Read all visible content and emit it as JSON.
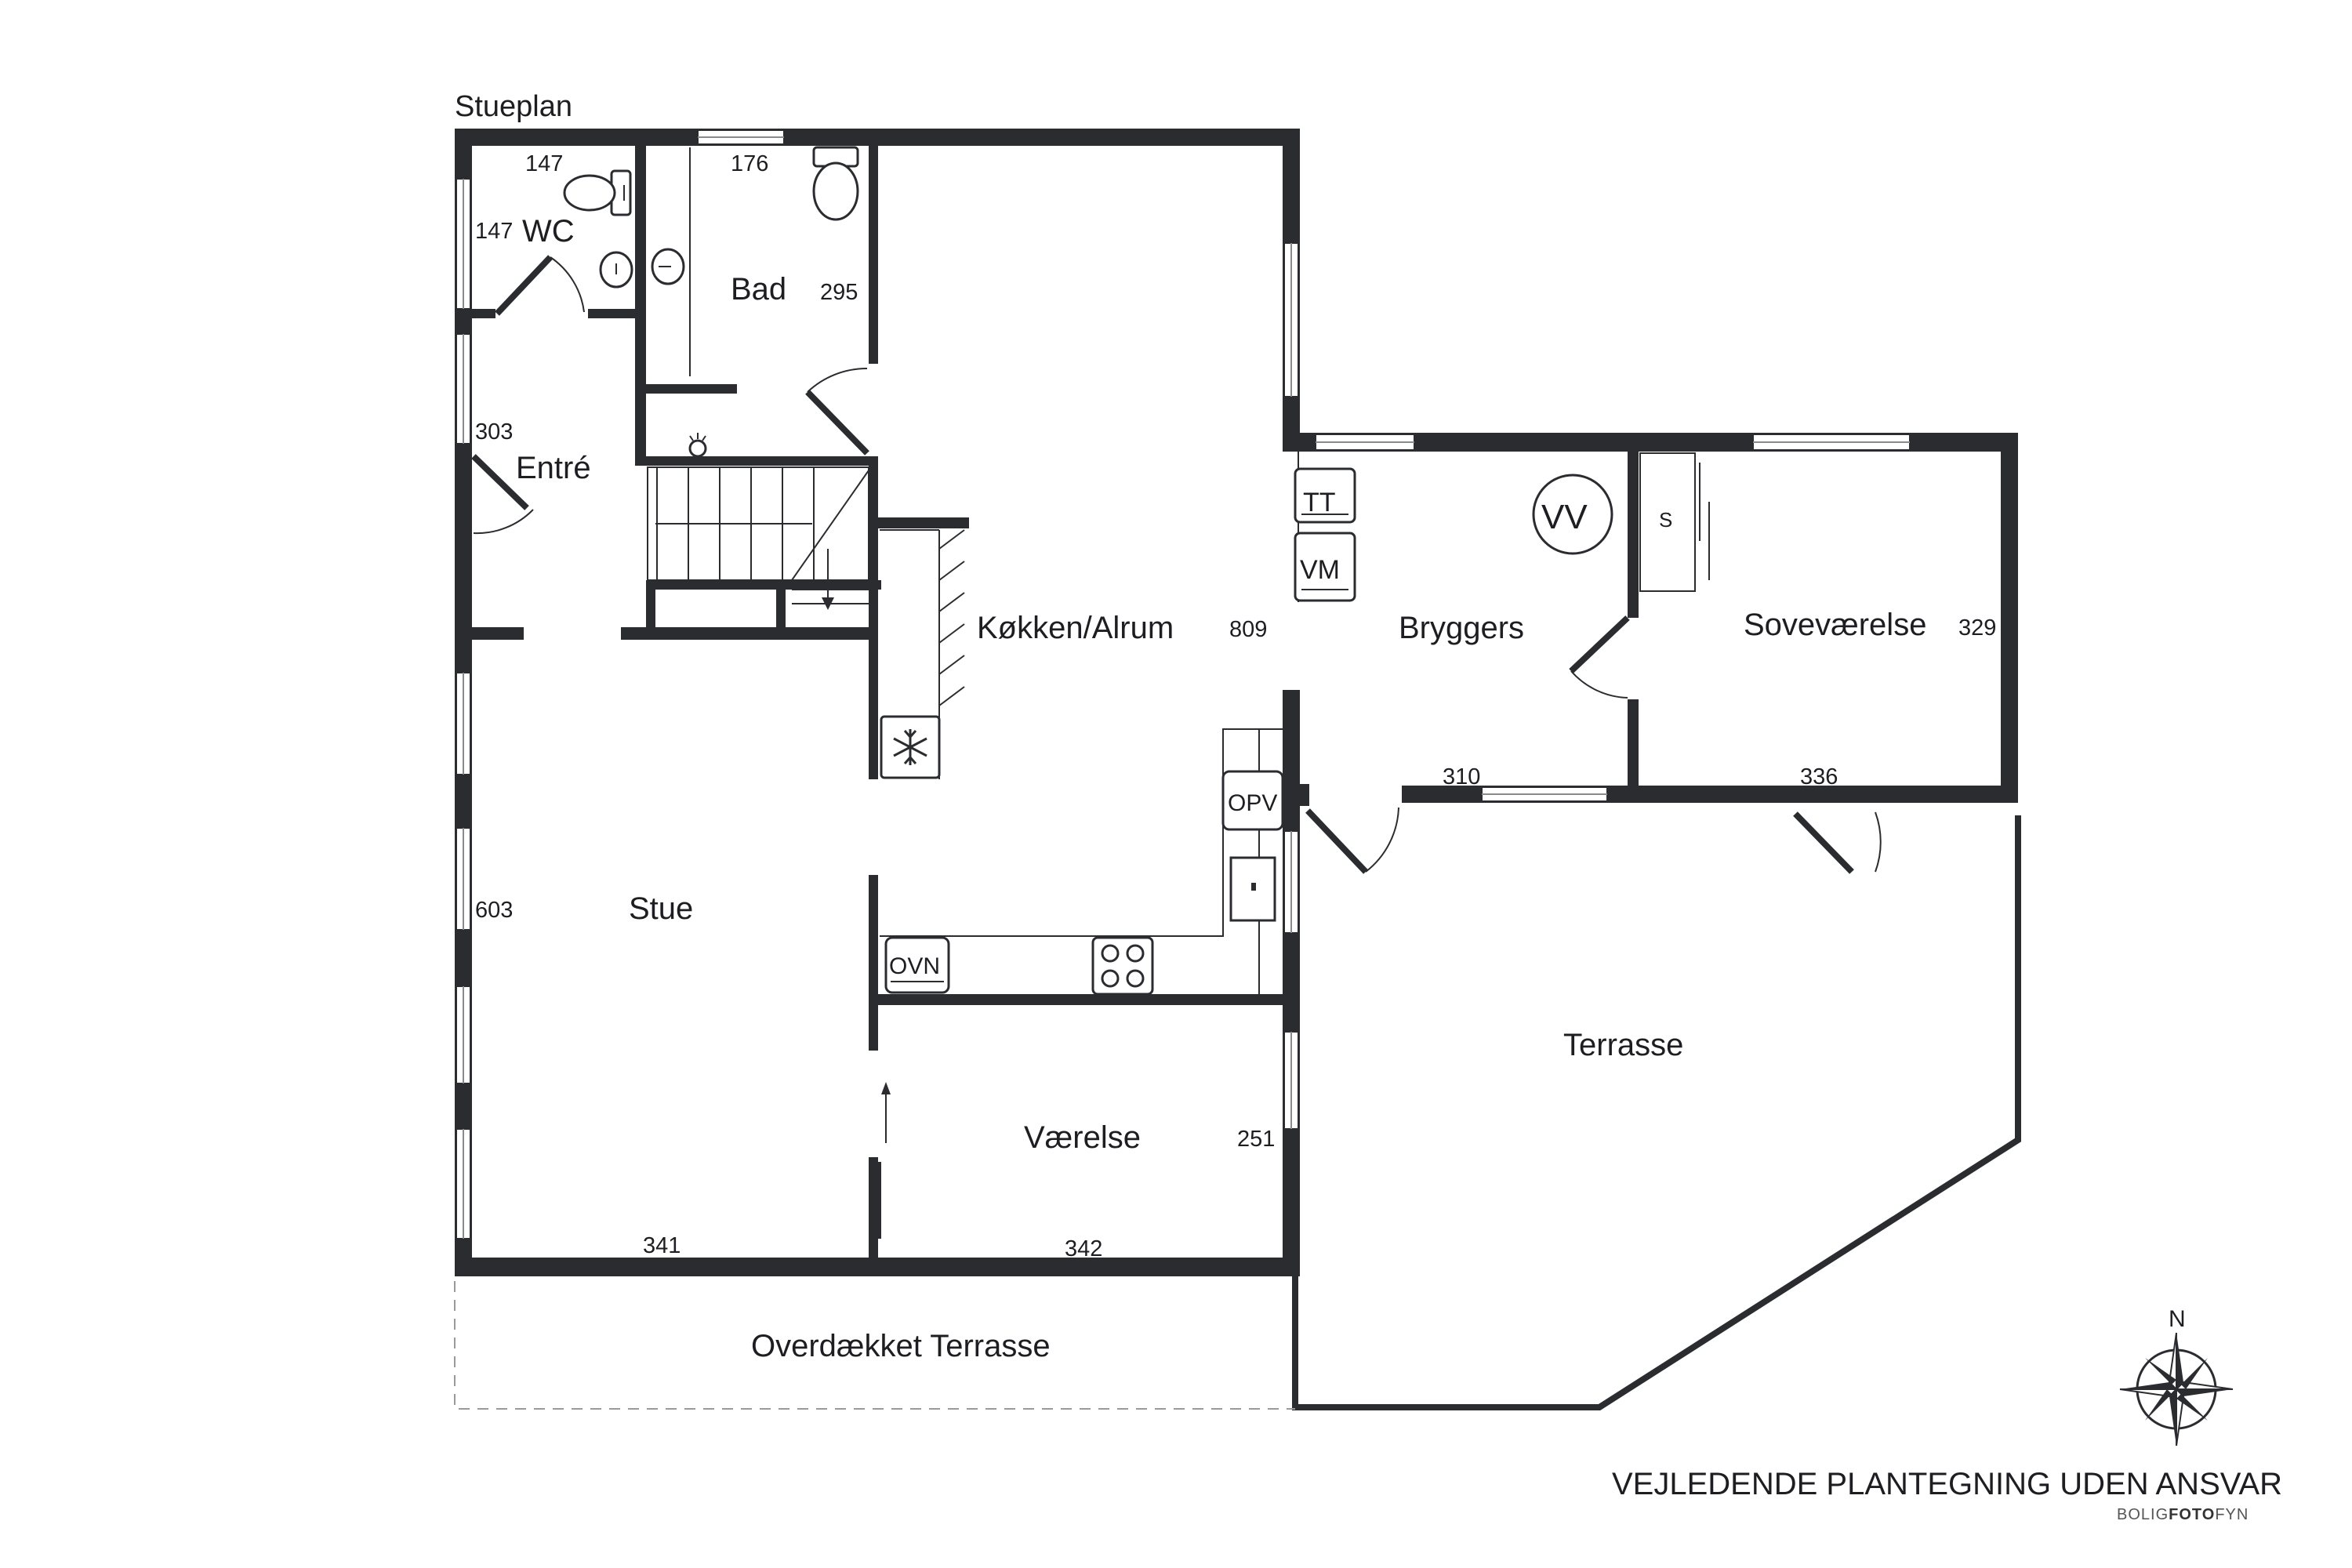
{
  "title": "Stueplan",
  "rooms": {
    "wc": "WC",
    "bad": "Bad",
    "entre": "Entré",
    "kokken": "Køkken/Alrum",
    "stue": "Stue",
    "vaerelse": "Værelse",
    "bryggers": "Bryggers",
    "sovevaerelse": "Soveværelse",
    "terrasse": "Terrasse",
    "overdaekket": "Overdækket Terrasse"
  },
  "dimensions": {
    "wc_top": "147",
    "wc_side": "147",
    "bad_top": "176",
    "bad_side": "295",
    "entre": "303",
    "kokken": "809",
    "stue_side": "603",
    "stue_bottom": "341",
    "vaerelse_bottom": "342",
    "vaerelse_side": "251",
    "bryggers_bottom": "310",
    "sove_bottom": "336",
    "sove_side": "329"
  },
  "appliances": {
    "tt": "TT",
    "vm": "VM",
    "vv": "VV",
    "opv": "OPV",
    "ovn": "OVN",
    "s": "S"
  },
  "compass": {
    "n": "N"
  },
  "footer": {
    "disclaimer": "VEJLEDENDE PLANTEGNING UDEN ANSVAR",
    "brand_a": "BOLIG",
    "brand_b": "FOTO",
    "brand_c": "FYN"
  }
}
